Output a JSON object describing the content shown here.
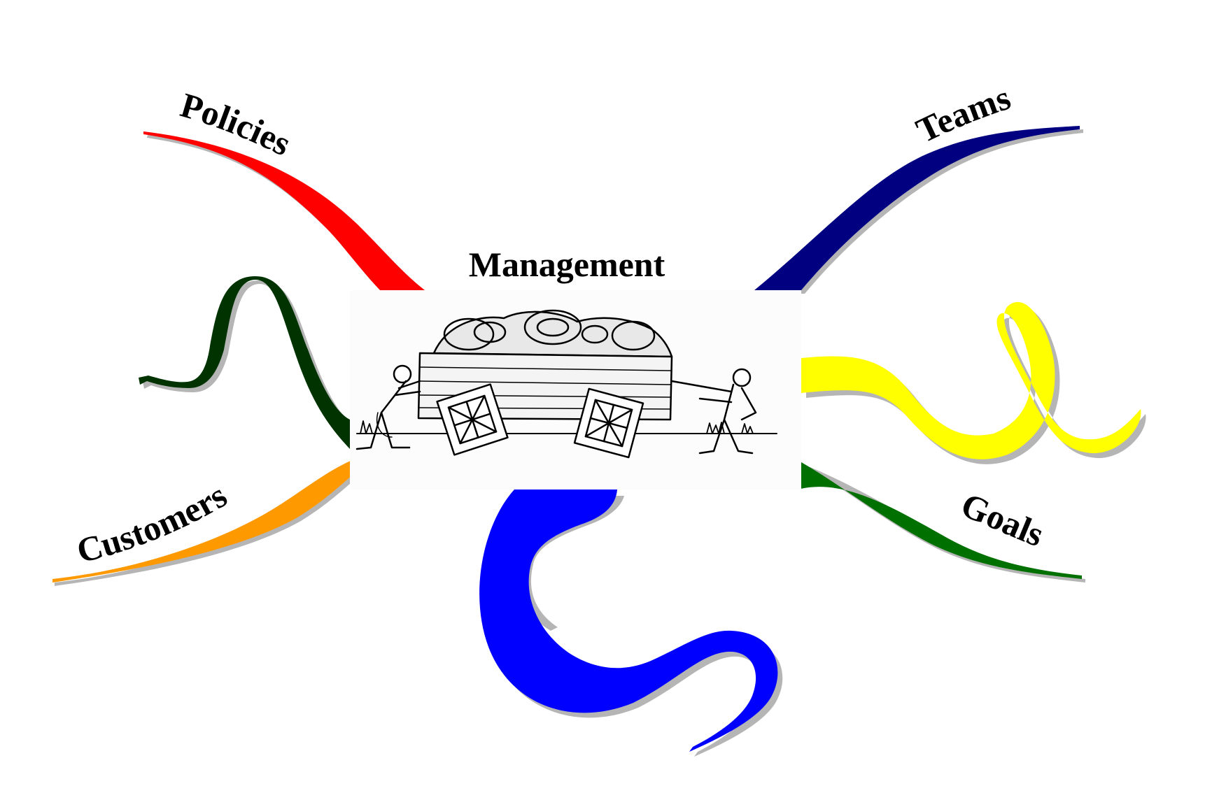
{
  "center": {
    "title": "Management",
    "illustration": "wagon-with-square-wheels-illustration"
  },
  "branches": [
    {
      "id": "policies",
      "label": "Policies",
      "color": "#ff0000"
    },
    {
      "id": "teams",
      "label": "Teams",
      "color": "#000080"
    },
    {
      "id": "customers",
      "label": "Customers",
      "color": "#ff9900"
    },
    {
      "id": "goals",
      "label": "Goals",
      "color": "#007000"
    },
    {
      "id": "dark-green-unlabeled",
      "label": "",
      "color": "#003300"
    },
    {
      "id": "yellow-unlabeled",
      "label": "",
      "color": "#ffff00"
    },
    {
      "id": "blue-unlabeled",
      "label": "",
      "color": "#0000ff"
    }
  ]
}
